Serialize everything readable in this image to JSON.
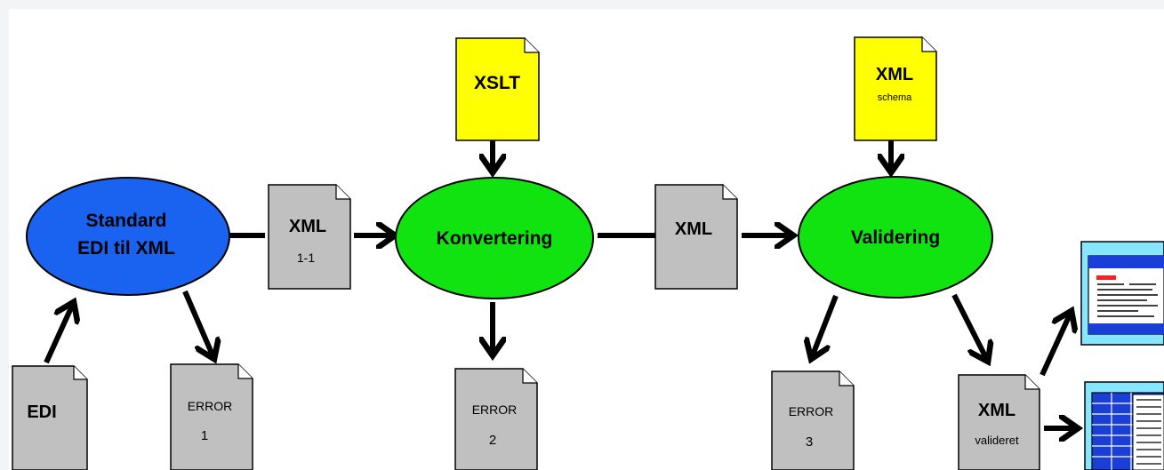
{
  "nodes": {
    "standard": {
      "line1": "Standard",
      "line2": "EDI til XML",
      "color": "#1a63f0"
    },
    "konvertering": {
      "label": "Konvertering",
      "color": "#11e311"
    },
    "validering": {
      "label": "Validering",
      "color": "#11e311"
    }
  },
  "documents": {
    "edi": {
      "label": "EDI"
    },
    "xml11": {
      "label": "XML",
      "sub": "1-1"
    },
    "error1": {
      "label": "ERROR",
      "sub": "1"
    },
    "xslt": {
      "label": "XSLT"
    },
    "xml_mid": {
      "label": "XML"
    },
    "error2": {
      "label": "ERROR",
      "sub": "2"
    },
    "xml_schema": {
      "label": "XML",
      "sub": "schema"
    },
    "error3": {
      "label": "ERROR",
      "sub": "3"
    },
    "xml_valideret": {
      "label": "XML",
      "sub": "valideret"
    }
  },
  "colors": {
    "doc_gray": "#c0c0c0",
    "doc_yellow": "#ffff00",
    "output_frame": "#87e6ff",
    "output_blue": "#1a3fd6",
    "output_red": "#ff2020"
  }
}
